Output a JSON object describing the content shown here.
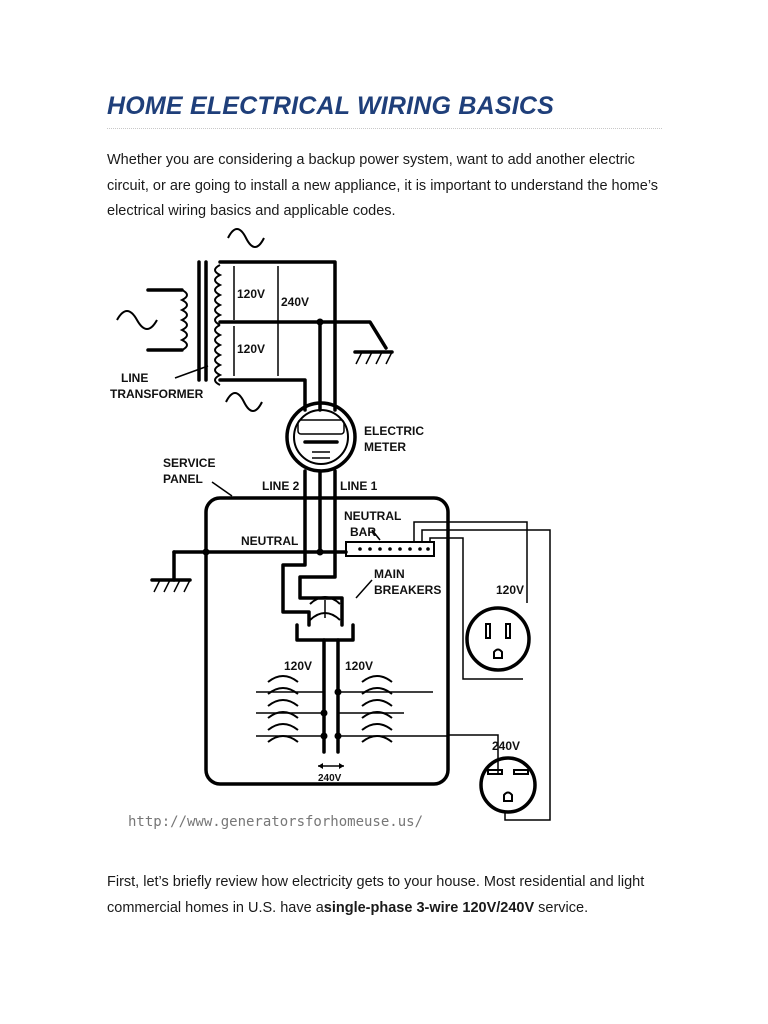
{
  "article": {
    "title": "HOME ELECTRICAL WIRING BASICS",
    "intro": "Whether you are considering a backup power system, want to add another electric circuit, or are going to install a new appliance, it is important to understand the home’s electrical wiring basics and applicable codes.",
    "para2_start": "First, let’s briefly review how electricity gets to your house. Most residential and light commercial homes in U.S. have a",
    "para2_bold": "single-phase 3-wire 120V/240V",
    "para2_end": " service."
  },
  "diagram": {
    "labels": {
      "v120_top": "120V",
      "v240_trans": "240V",
      "v120_bottom": "120V",
      "line": "LINE",
      "transformer": "TRANSFORMER",
      "electric": "ELECTRIC",
      "meter": "METER",
      "service": "SERVICE",
      "panel": "PANEL",
      "line2": "LINE 2",
      "line1": "LINE 1",
      "neutral_bar_1": "NEUTRAL",
      "neutral_bar_2": "BAR",
      "neutral": "NEUTRAL",
      "main": "MAIN",
      "breakers": "BREAKERS",
      "v120_left": "120V",
      "v120_right": "120V",
      "v240_bottom": "240V",
      "v120_outlet": "120V",
      "v240_outlet": "240V"
    },
    "watermark": "http://www.generatorsforhomeuse.us/"
  }
}
